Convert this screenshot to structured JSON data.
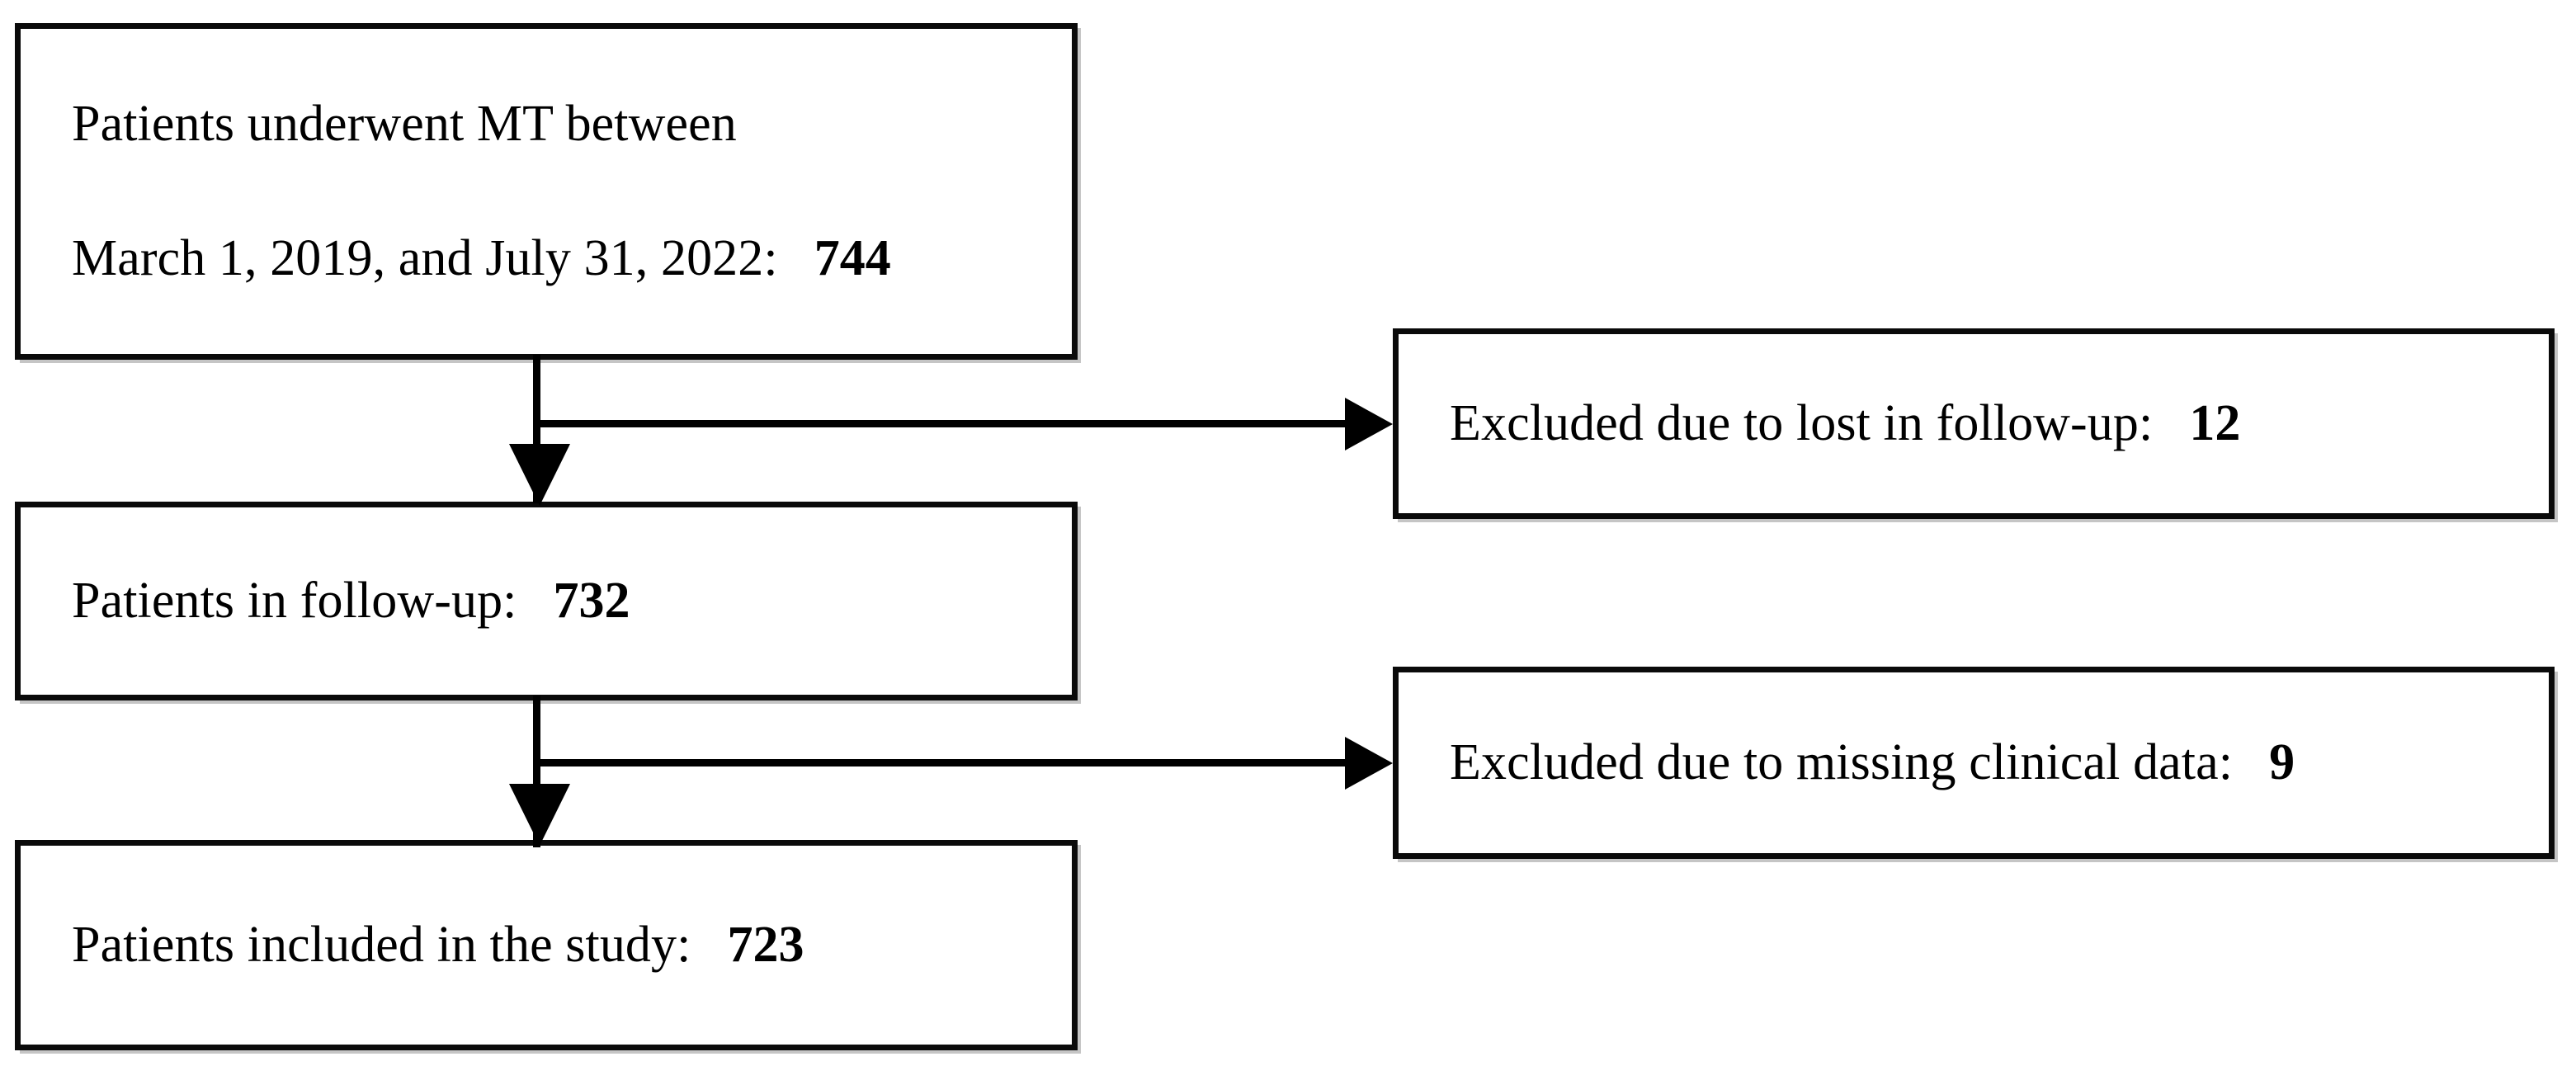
{
  "diagram": {
    "type": "flowchart",
    "title": "Patient selection flow diagram",
    "orientation": "top-to-bottom with right-side exclusion branches",
    "colors": {
      "box_border": "#0a0a0a",
      "box_fill": "#ffffff",
      "connector": "#000000",
      "text": "#000000",
      "shadow": "#969696"
    },
    "nodes": {
      "enrolled": {
        "line1": "Patients underwent MT between",
        "line2_label": "March 1, 2019, and July 31, 2022:",
        "line2_count": "744"
      },
      "followup": {
        "label": "Patients in follow-up:",
        "count": "732"
      },
      "included": {
        "label": "Patients included in the study:",
        "count": "723"
      },
      "excluded_lost": {
        "label": "Excluded due to lost in follow-up:",
        "count": "12"
      },
      "excluded_missing": {
        "label": "Excluded due to missing clinical data:",
        "count": "9"
      }
    },
    "edges": [
      {
        "from": "enrolled",
        "to": "followup",
        "kind": "down-arrow"
      },
      {
        "from": "enrolled",
        "to": "excluded_lost",
        "kind": "right-arrow"
      },
      {
        "from": "followup",
        "to": "included",
        "kind": "down-arrow"
      },
      {
        "from": "followup",
        "to": "excluded_missing",
        "kind": "right-arrow"
      }
    ]
  }
}
